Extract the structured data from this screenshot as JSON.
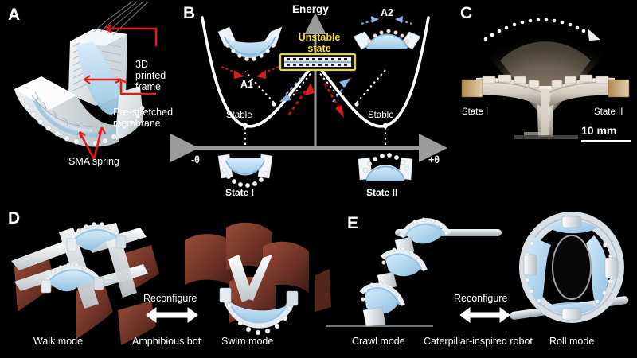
{
  "figure": {
    "background_color": "#000000",
    "text_color": "#ffffff",
    "accent_red": "#e01b1b",
    "accent_blue": "#7ba7de",
    "accent_yellow": "#f2e02a",
    "membrane_blue": "#bcdcf0",
    "frame_white": "#e9eef2",
    "fin_brown": "#7d3b2c"
  },
  "panels": {
    "A": {
      "letter": "A",
      "annotations": [
        {
          "id": "frame",
          "label": "3D\nprinted\nframe",
          "line1": "3D",
          "line2": "printed",
          "line3": "frame",
          "color": "#ffffff"
        },
        {
          "id": "membrane",
          "label": "Pre-stretched\nmembrane",
          "line1": "Pre-stretched",
          "line2": "membrane",
          "color": "#ffffff"
        },
        {
          "id": "sma",
          "label": "SMA spring",
          "line1": "SMA spring",
          "color": "#ffffff"
        }
      ]
    },
    "B": {
      "letter": "B",
      "y_axis_label": "Energy",
      "x_axis_left_label": "-θ",
      "x_axis_right_label": "+θ",
      "unstable_line1": "Unstable",
      "unstable_line2": "state",
      "stable_left": "Stable",
      "stable_right": "Stable",
      "state_left": "State I",
      "state_right": "State II",
      "actuator_left": "A1",
      "actuator_right": "A2",
      "curve_type": "double-well bistable energy landscape"
    },
    "C": {
      "letter": "C",
      "state_left": "State I",
      "state_right": "State II",
      "scale_bar": "10 mm"
    },
    "D": {
      "letter": "D",
      "left_mode": "Walk mode",
      "center_label": "Amphibious bot",
      "right_mode": "Swim mode",
      "reconfigure": "Reconfigure"
    },
    "E": {
      "letter": "E",
      "left_mode": "Crawl mode",
      "center_label": "Caterpillar-inspired robot",
      "right_mode": "Roll mode",
      "reconfigure": "Reconfigure"
    }
  }
}
